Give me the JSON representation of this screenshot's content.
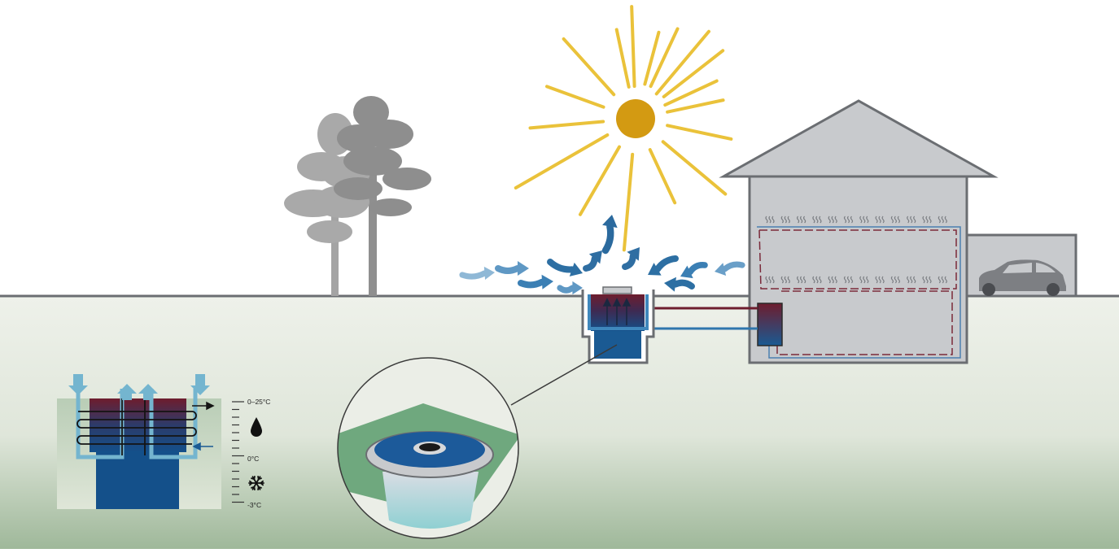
{
  "scale": {
    "top_label": "0–25°C",
    "mid_label": "0°C",
    "bottom_label": "-3°C",
    "water_icon": "water-drop-icon",
    "frost_icon": "snowflake-icon"
  },
  "colors": {
    "ground_top": "#eef1ea",
    "ground_bottom": "#9fb89a",
    "sky": "#ffffff",
    "house": "#c8cacd",
    "house_outline": "#6b6e72",
    "sun": "#d39a12",
    "sun_rays": "#eac23a",
    "tree": "#9c9c9c",
    "warm": "#6e1d2e",
    "cold": "#1a5a93",
    "air_arrow": "#2d6fa3",
    "green_mat": "#6fa87e"
  }
}
